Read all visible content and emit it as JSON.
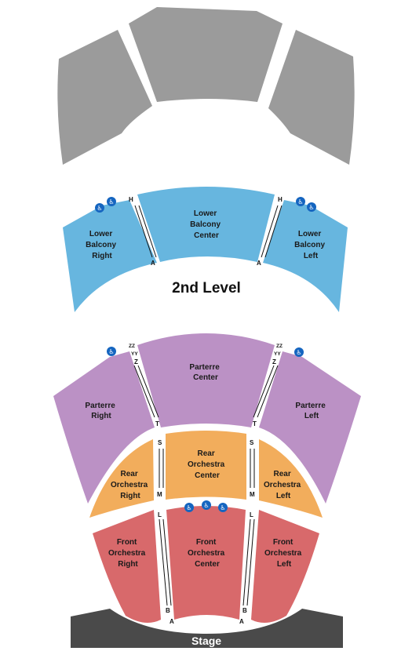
{
  "colors": {
    "upper_balcony": "#9b9b9b",
    "lower_balcony": "#67b6df",
    "parterre": "#bb91c5",
    "rear_orchestra": "#f2ad5c",
    "front_orchestra": "#d8696b",
    "stage": "#4a4a4a",
    "accessible": "#1565c0"
  },
  "level_label": "2nd Level",
  "stage_label": "Stage",
  "sections": {
    "lower_balcony_right": [
      "Lower",
      "Balcony",
      "Right"
    ],
    "lower_balcony_center": [
      "Lower",
      "Balcony",
      "Center"
    ],
    "lower_balcony_left": [
      "Lower",
      "Balcony",
      "Left"
    ],
    "parterre_right": [
      "Parterre",
      "Right"
    ],
    "parterre_center": [
      "Parterre",
      "Center"
    ],
    "parterre_left": [
      "Parterre",
      "Left"
    ],
    "rear_orchestra_right": [
      "Rear",
      "Orchestra",
      "Right"
    ],
    "rear_orchestra_center": [
      "Rear",
      "Orchestra",
      "Center"
    ],
    "rear_orchestra_left": [
      "Rear",
      "Orchestra",
      "Left"
    ],
    "front_orchestra_right": [
      "Front",
      "Orchestra",
      "Right"
    ],
    "front_orchestra_center": [
      "Front",
      "Orchestra",
      "Center"
    ],
    "front_orchestra_left": [
      "Front",
      "Orchestra",
      "Left"
    ]
  },
  "rows": {
    "balcony_top": "H",
    "balcony_bottom": "A",
    "parterre_zz": "ZZ",
    "parterre_yy": "YY",
    "parterre_z": "Z",
    "parterre_t": "T",
    "rear_s": "S",
    "rear_m": "M",
    "front_l": "L",
    "front_b": "B",
    "front_a": "A"
  },
  "accessible_icon": "wheelchair-icon"
}
